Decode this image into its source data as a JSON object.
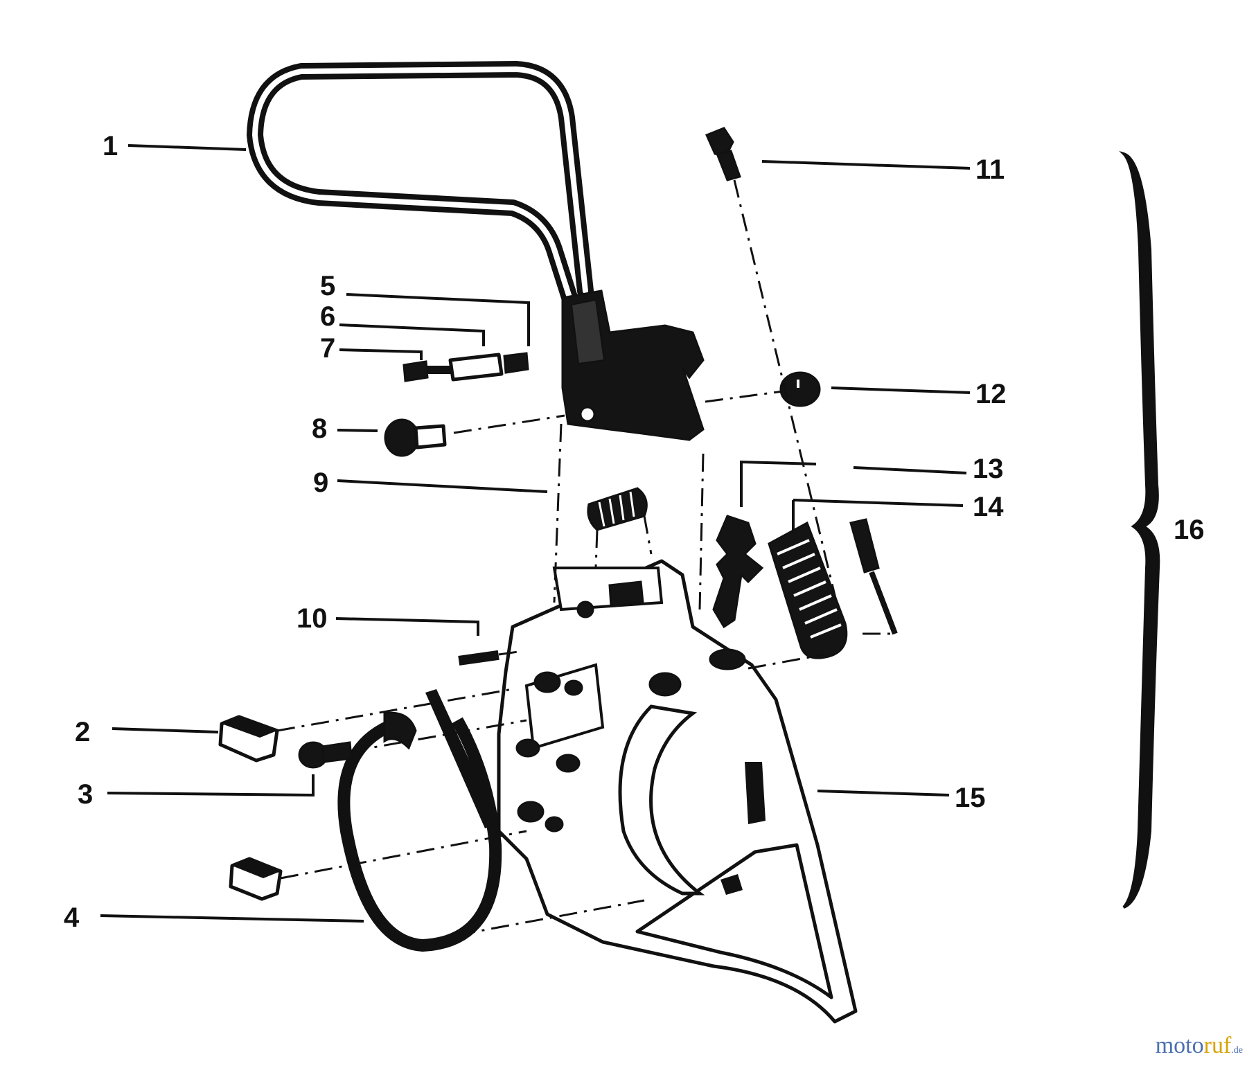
{
  "callouts": {
    "c1": "1",
    "c2": "2",
    "c3": "3",
    "c4": "4",
    "c5": "5",
    "c6": "6",
    "c7": "7",
    "c8": "8",
    "c9": "9",
    "c10": "10",
    "c11": "11",
    "c12": "12",
    "c13": "13",
    "c14": "14",
    "c15": "15",
    "c16": "16"
  },
  "watermark": {
    "part1": "moto",
    "part2": "ruf",
    "part3": ".de"
  }
}
